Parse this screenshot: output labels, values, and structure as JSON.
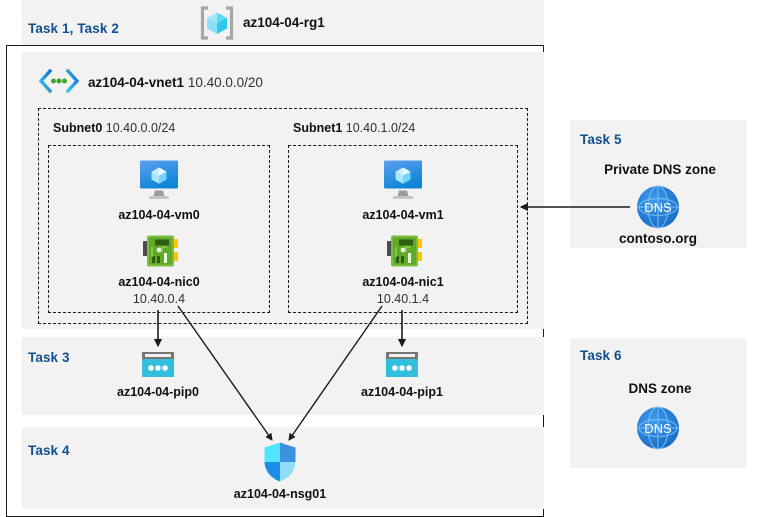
{
  "diagram": {
    "resource_group": {
      "task_label": "Task 1, Task 2",
      "name": "az104-04-rg1",
      "icon": "resource-group-icon"
    },
    "vnet": {
      "name": "az104-04-vnet1",
      "address_space": "10.40.0.0/20",
      "icon": "virtual-network-icon"
    },
    "subnets": [
      {
        "name": "Subnet0",
        "prefix": "10.40.0.0/24",
        "vm": {
          "name": "az104-04-vm0",
          "icon": "virtual-machine-icon"
        },
        "nic": {
          "name": "az104-04-nic0",
          "ip": "10.40.0.4",
          "icon": "network-interface-icon"
        }
      },
      {
        "name": "Subnet1",
        "prefix": "10.40.1.0/24",
        "vm": {
          "name": "az104-04-vm1",
          "icon": "virtual-machine-icon"
        },
        "nic": {
          "name": "az104-04-nic1",
          "ip": "10.40.1.4",
          "icon": "network-interface-icon"
        }
      }
    ],
    "task3": {
      "task_label": "Task 3",
      "public_ips": [
        {
          "name": "az104-04-pip0",
          "icon": "public-ip-address-icon"
        },
        {
          "name": "az104-04-pip1",
          "icon": "public-ip-address-icon"
        }
      ]
    },
    "task4": {
      "task_label": "Task 4",
      "nsg": {
        "name": "az104-04-nsg01",
        "icon": "network-security-group-icon"
      }
    },
    "task5": {
      "task_label": "Task 5",
      "title": "Private DNS zone",
      "zone_name": "contoso.org",
      "icon": "dns-zone-icon",
      "icon_text": "DNS"
    },
    "task6": {
      "task_label": "Task 6",
      "title": "DNS zone",
      "icon": "dns-zone-icon",
      "icon_text": "DNS"
    },
    "colors": {
      "task_label": "#10508f",
      "panel_bg": "#f2f2f2",
      "page_bg": "#ffffff",
      "line": "#1b1b1b",
      "azure_blue": "#0078d4",
      "cyan": "#32bedd",
      "nic_green": "#5e9624",
      "dns_blue": "#1d7fd4"
    }
  }
}
